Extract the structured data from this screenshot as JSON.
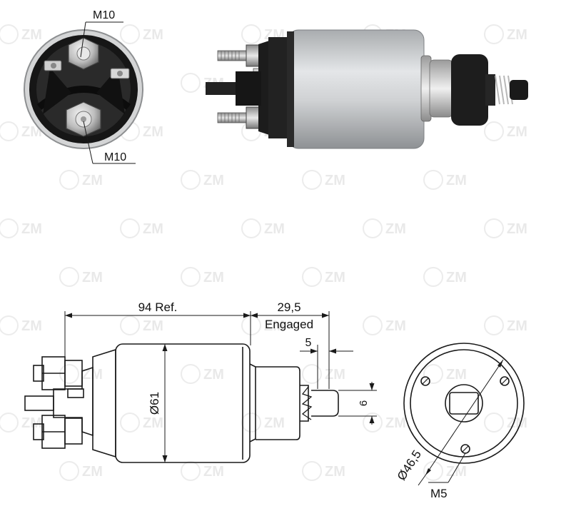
{
  "watermark": {
    "text": "ZM"
  },
  "photo_callouts": {
    "top_terminal": "M10",
    "bottom_terminal": "M10"
  },
  "side_view_dimensions": {
    "overall_length": "94 Ref.",
    "plunger_travel": "29,5",
    "plunger_travel_note": "Engaged",
    "plunger_head": "5",
    "body_diameter": "Ø61",
    "plunger_width": "6"
  },
  "end_view_dimensions": {
    "bolt_circle": "Ø46,5",
    "mount_thread": "M5"
  },
  "colors": {
    "line": "#1a1a1a",
    "body_silver": "#c9cbcd",
    "cap_black": "#1c1c1c",
    "watermark": "#e9e9e9"
  }
}
